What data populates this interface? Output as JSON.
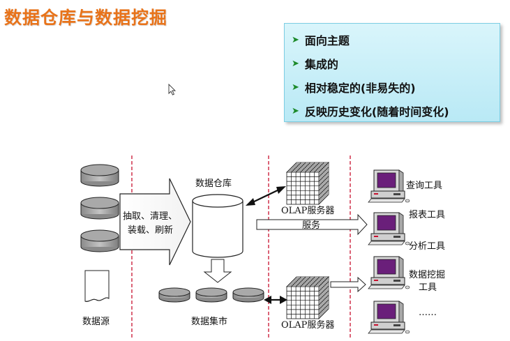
{
  "title": "数据仓库与数据挖掘",
  "features": [
    "面向主题",
    "集成的",
    "相对稳定的(非易失的)",
    "反映历史变化(随着时间变化)"
  ],
  "diagram": {
    "source_label": "数据源",
    "etl_line1": "抽取、清理、",
    "etl_line2": "装载、刷新",
    "warehouse_label": "数据仓库",
    "olap_top_label": "OLAP服务器",
    "olap_bottom_label": "OLAP服务器",
    "service_label": "服务",
    "mart_label": "数据集市",
    "tools": {
      "query": "查询工具",
      "report": "报表工具",
      "analysis": "分析工具",
      "mining_line1": "数据挖掘",
      "mining_line2": "工具",
      "more": "……"
    }
  },
  "colors": {
    "title": "#e8731a",
    "divider": "#c8102e",
    "panel_bg": "#c9eff8",
    "bullet": "#1c8a2a"
  }
}
